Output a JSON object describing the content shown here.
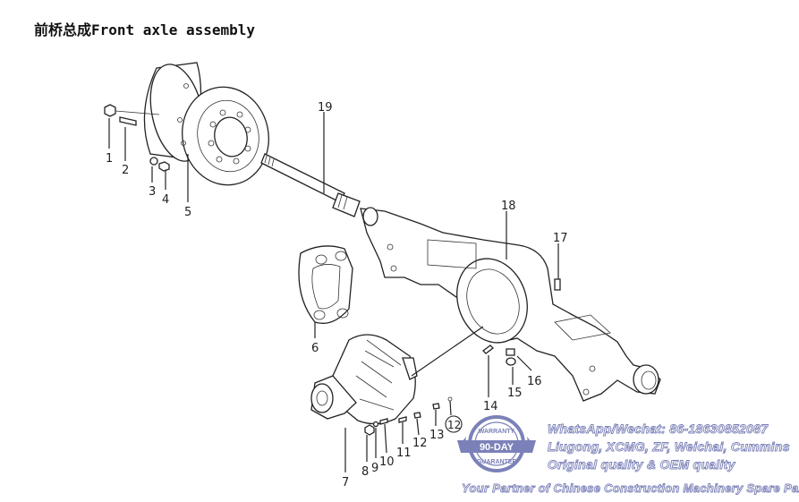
{
  "title": "前桥总成Front axle assembly",
  "part_numbers": [
    "1",
    "2",
    "3",
    "4",
    "5",
    "6",
    "7",
    "8",
    "9",
    "10",
    "11",
    "12",
    "13",
    "14",
    "15",
    "16",
    "17",
    "18",
    "19"
  ],
  "watermark": {
    "contact": "WhatsApp/Wechat: 86-18630852087",
    "brands": "Liugong, XCMG, ZF, Weichai, Cummins",
    "quality": "Original quality & OEM quality",
    "slogan": "Your Partner of Chinese Construction Machinery Spare Parts",
    "badge_top": "WARRANTY",
    "badge_main": "90-DAY",
    "badge_bottom": "GUARANTEE"
  },
  "colors": {
    "watermark": "#7b81b8",
    "line": "#222222"
  }
}
